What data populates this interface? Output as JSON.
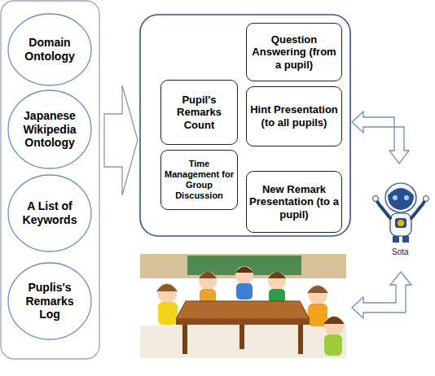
{
  "diagram": {
    "nodes": [
      {
        "text": [
          "Domain Ontology"
        ]
      },
      {
        "text": [
          "Japanese Wikipedia Ontology"
        ]
      },
      {
        "text": [
          "A List of Keywords"
        ]
      },
      {
        "text": [
          "Puplis's Remarks Log"
        ]
      },
      {
        "text": [
          "Question Answering (from a pupil)"
        ]
      },
      {
        "text": [
          "Pupil's Remarks Count"
        ]
      },
      {
        "text": [
          "Hint Presentation (to all pupils)"
        ]
      },
      {
        "text": [
          "Time Management for Group Discussion"
        ]
      },
      {
        "text": [
          "New Remark Presentation (to a pupil)"
        ]
      }
    ],
    "labels": [
      "Sota"
    ]
  }
}
